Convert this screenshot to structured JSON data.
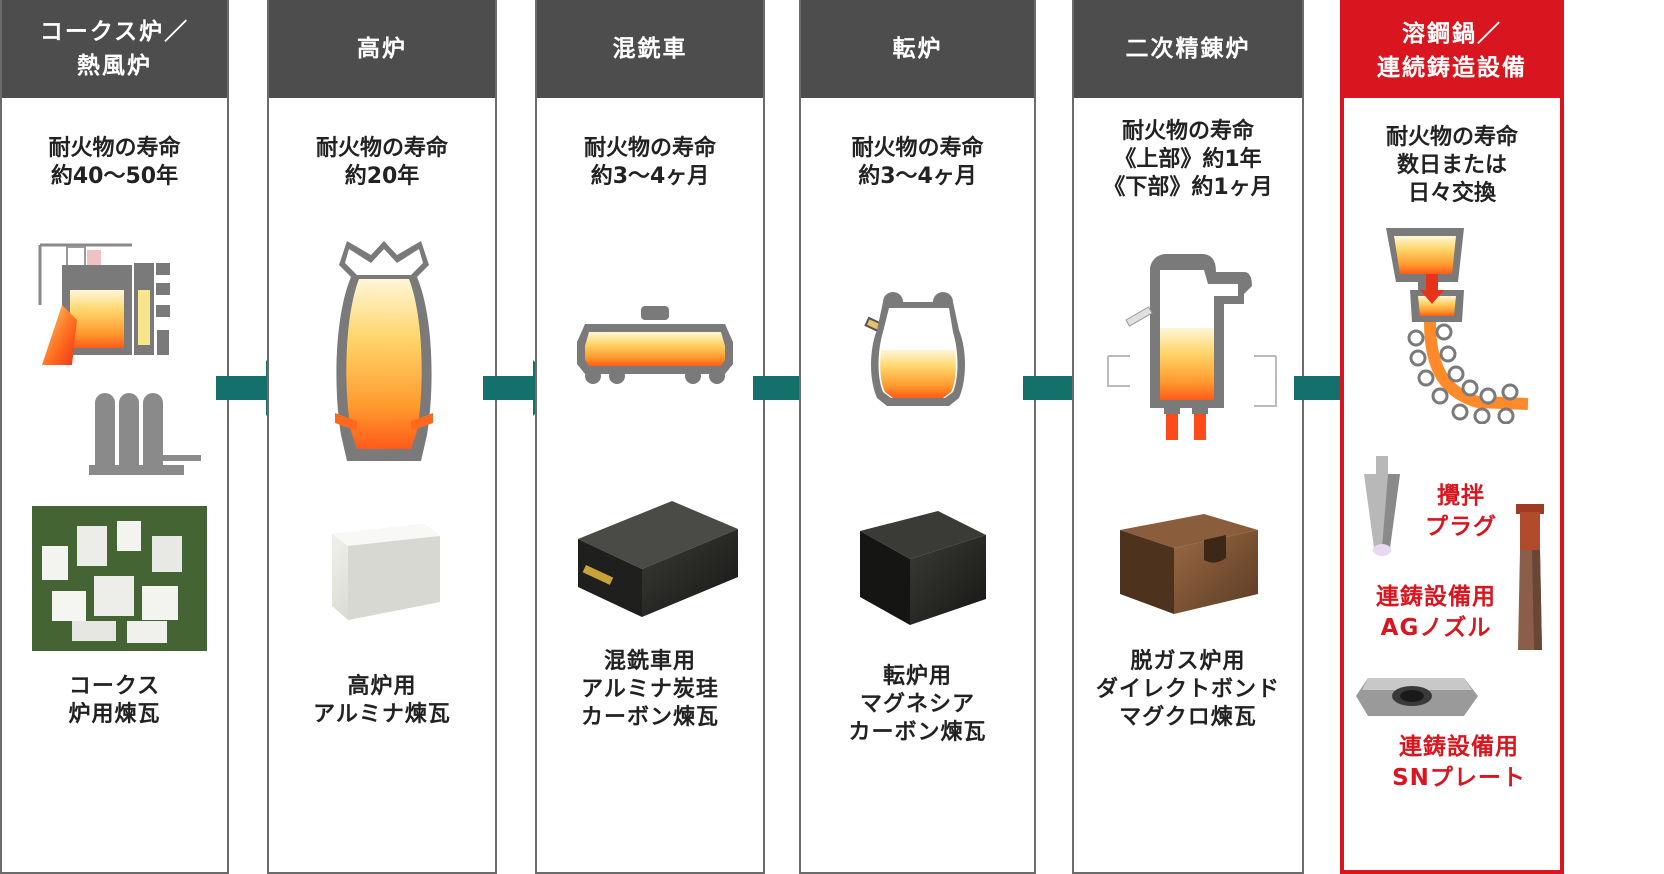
{
  "columns": [
    {
      "title": [
        "コークス炉／",
        "熱風炉"
      ],
      "life": [
        "耐火物の寿命",
        "約40〜50年"
      ],
      "product": [
        "コークス",
        "炉用煉瓦"
      ]
    },
    {
      "title": [
        "高炉"
      ],
      "life": [
        "耐火物の寿命",
        "約20年"
      ],
      "product": [
        "高炉用",
        "アルミナ煉瓦"
      ]
    },
    {
      "title": [
        "混銑車"
      ],
      "life": [
        "耐火物の寿命",
        "約3〜4ヶ月"
      ],
      "product": [
        "混銑車用",
        "アルミナ炭珪",
        "カーボン煉瓦"
      ]
    },
    {
      "title": [
        "転炉"
      ],
      "life": [
        "耐火物の寿命",
        "約3〜4ヶ月"
      ],
      "product": [
        "転炉用",
        "マグネシア",
        "カーボン煉瓦"
      ]
    },
    {
      "title": [
        "二次精錬炉"
      ],
      "life": [
        "耐火物の寿命",
        "《上部》約1年",
        "《下部》約1ヶ月"
      ],
      "product": [
        "脱ガス炉用",
        "ダイレクトボンド",
        "マグクロ煉瓦"
      ]
    },
    {
      "title": [
        "溶鋼鍋／",
        "連続鋳造設備"
      ],
      "life": [
        "耐火物の寿命",
        "数日または",
        "日々交換"
      ],
      "products_red": [
        [
          "攪拌",
          "プラグ"
        ],
        [
          "連鋳設備用",
          "AGノズル"
        ],
        [
          "連鋳設備用",
          "SNプレート"
        ]
      ]
    }
  ],
  "colors": {
    "header_bg": "#4d4d4d",
    "highlight": "#d9161f",
    "arrow": "#14706b",
    "furnace_gray": "#7a7a7a"
  }
}
